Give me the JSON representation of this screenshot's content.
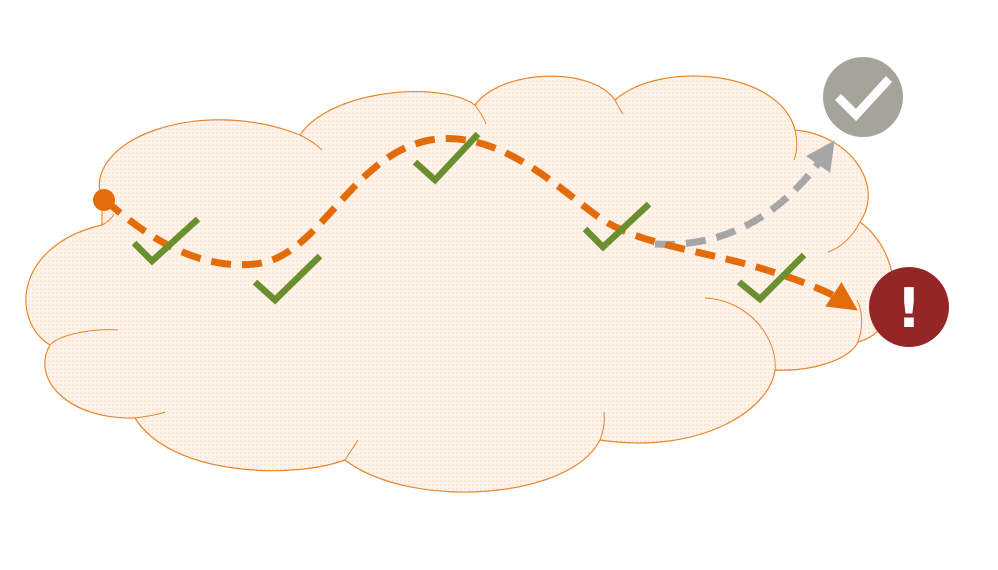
{
  "diagram": {
    "colors": {
      "cloud_fill": "#fdf3ea",
      "cloud_dot": "#f2b98c",
      "cloud_stroke": "#e8862e",
      "main_path": "#e36c0a",
      "alt_path": "#a6a6a6",
      "checkmark": "#6a8f2f",
      "success_badge": "#a6a39a",
      "error_badge": "#962525",
      "badge_symbol": "#ffffff"
    },
    "start_marker": {
      "icon": "start-dot"
    },
    "checkpoints": [
      {
        "icon": "checkmark-icon",
        "status": "passed"
      },
      {
        "icon": "checkmark-icon",
        "status": "passed"
      },
      {
        "icon": "checkmark-icon",
        "status": "passed"
      },
      {
        "icon": "checkmark-icon",
        "status": "passed"
      },
      {
        "icon": "checkmark-icon",
        "status": "passed"
      }
    ],
    "outcomes": {
      "success": {
        "icon": "check-circle-icon",
        "path": "alternate"
      },
      "failure": {
        "icon": "exclamation-circle-icon",
        "symbol": "!",
        "path": "main"
      }
    }
  }
}
